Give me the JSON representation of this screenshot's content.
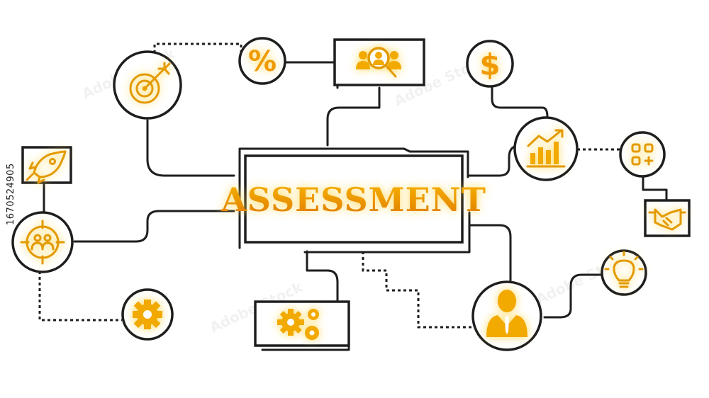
{
  "diagram": {
    "central_label": "ASSESSMENT",
    "icons": {
      "target": "target-arrow-icon",
      "percent": "%",
      "search_people": "people-search-icon",
      "dollar": "$",
      "growth_chart": "growth-chart-icon",
      "apps": "apps-plus-icon",
      "handshake": "handshake-icon",
      "lightbulb": "lightbulb-icon",
      "businessman": "businessman-icon",
      "gears": "gears-icon",
      "gear": "gear-icon",
      "team_target": "team-target-icon",
      "rocket": "rocket-icon"
    },
    "colors": {
      "accent": "#f2a900",
      "line": "#1e1e1e",
      "glow": "#ffd54a"
    }
  },
  "stock_id": "1670524905",
  "watermark": "Adobe Stock"
}
